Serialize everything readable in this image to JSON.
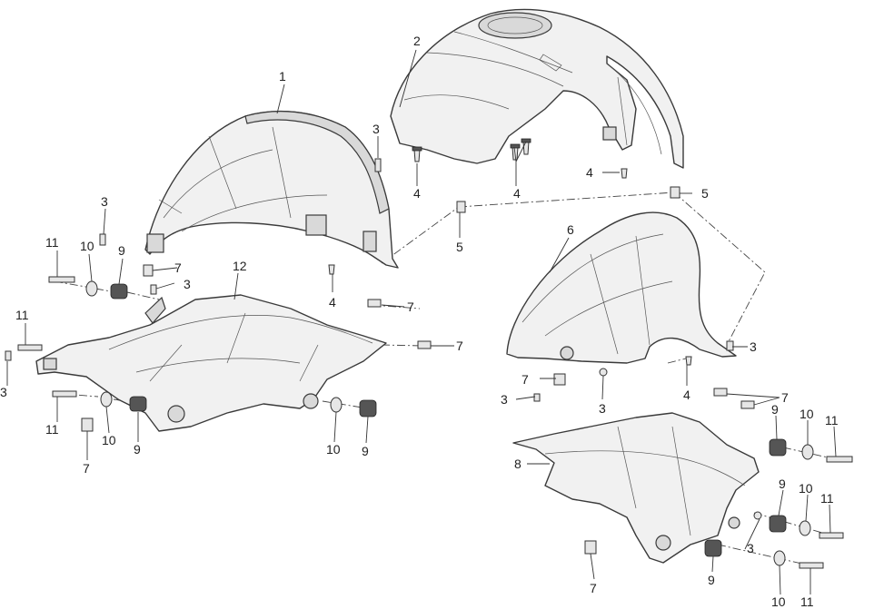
{
  "callouts": [
    {
      "id": "c1",
      "text": "1"
    },
    {
      "id": "c2",
      "text": "2"
    },
    {
      "id": "c3a",
      "text": "3"
    },
    {
      "id": "c3b",
      "text": "3"
    },
    {
      "id": "c3c",
      "text": "3"
    },
    {
      "id": "c3d",
      "text": "3"
    },
    {
      "id": "c3e",
      "text": "3"
    },
    {
      "id": "c3f",
      "text": "3"
    },
    {
      "id": "c3g",
      "text": "3"
    },
    {
      "id": "c3h",
      "text": "3"
    },
    {
      "id": "c4a",
      "text": "4"
    },
    {
      "id": "c4b",
      "text": "4"
    },
    {
      "id": "c4c",
      "text": "4"
    },
    {
      "id": "c4d",
      "text": "4"
    },
    {
      "id": "c4e",
      "text": "4"
    },
    {
      "id": "c5a",
      "text": "5"
    },
    {
      "id": "c5b",
      "text": "5"
    },
    {
      "id": "c6",
      "text": "6"
    },
    {
      "id": "c7a",
      "text": "7"
    },
    {
      "id": "c7b",
      "text": "7"
    },
    {
      "id": "c7c",
      "text": "7"
    },
    {
      "id": "c7d",
      "text": "7"
    },
    {
      "id": "c7e",
      "text": "7"
    },
    {
      "id": "c7f",
      "text": "7"
    },
    {
      "id": "c7g",
      "text": "7"
    },
    {
      "id": "c8",
      "text": "8"
    },
    {
      "id": "c9a",
      "text": "9"
    },
    {
      "id": "c9b",
      "text": "9"
    },
    {
      "id": "c9c",
      "text": "9"
    },
    {
      "id": "c9d",
      "text": "9"
    },
    {
      "id": "c9e",
      "text": "9"
    },
    {
      "id": "c9f",
      "text": "9"
    },
    {
      "id": "c10a",
      "text": "10"
    },
    {
      "id": "c10b",
      "text": "10"
    },
    {
      "id": "c10c",
      "text": "10"
    },
    {
      "id": "c10d",
      "text": "10"
    },
    {
      "id": "c10e",
      "text": "10"
    },
    {
      "id": "c10f",
      "text": "10"
    },
    {
      "id": "c11a",
      "text": "11"
    },
    {
      "id": "c11b",
      "text": "11"
    },
    {
      "id": "c11c",
      "text": "11"
    },
    {
      "id": "c11d",
      "text": "11"
    },
    {
      "id": "c11e",
      "text": "11"
    },
    {
      "id": "c11f",
      "text": "11"
    },
    {
      "id": "c12",
      "text": "12"
    }
  ]
}
